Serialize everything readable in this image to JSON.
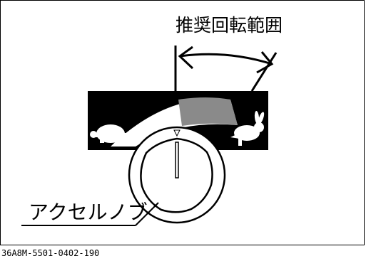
{
  "diagram": {
    "recommended_range_label": "推奨回転範囲",
    "knob_label": "アクセルノブ",
    "figure_code": "36A8M-5501-0402-190"
  },
  "icons": {
    "slow": "turtle-icon",
    "fast": "rabbit-icon"
  }
}
